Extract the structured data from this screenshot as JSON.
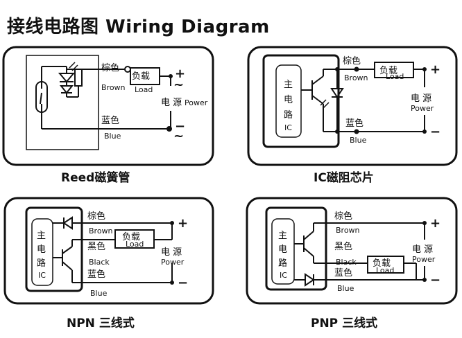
{
  "title": "接线电路图 Wiring Diagram",
  "labels": {
    "brown_cn": "棕色",
    "brown_en": "Brown",
    "blue_cn": "蓝色",
    "blue_en": "Blue",
    "black_cn": "黑色",
    "black_en": "Black",
    "load_cn": "负载",
    "load_en": "Load",
    "power_cn_1": "电",
    "power_cn_2": "源",
    "power_cn": "电 源",
    "power_en": "Power",
    "plus": "+",
    "minus": "−",
    "tilde": "~",
    "ic_main_1": "主",
    "ic_main_2": "电",
    "ic_main_3": "路",
    "ic_en": "IC"
  },
  "captions": {
    "reed": "Reed磁簧管",
    "ic": "IC磁阻芯片",
    "npn": "NPN 三线式",
    "pnp": "PNP 三线式"
  }
}
